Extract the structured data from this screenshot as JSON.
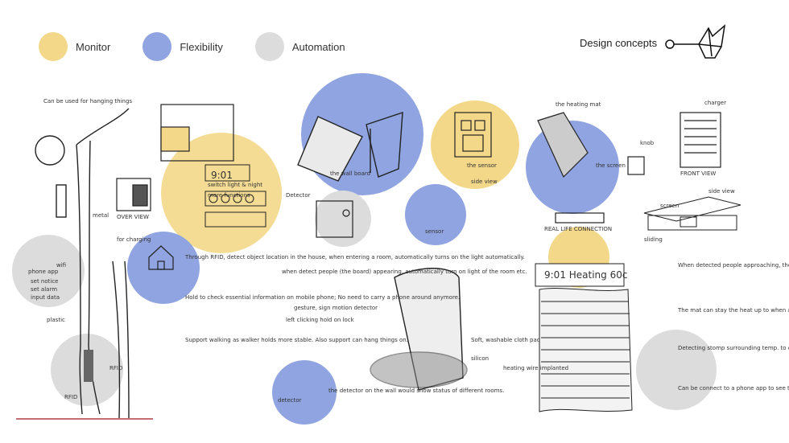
{
  "legend": {
    "items": [
      {
        "label": "Monitor",
        "color": "#f3d88a"
      },
      {
        "label": "Flexibility",
        "color": "#8fa4e0"
      },
      {
        "label": "Automation",
        "color": "#dcdcdc"
      }
    ]
  },
  "header": {
    "title": "Design concepts"
  },
  "notes": {
    "can_be_used": "Can be used for hanging things",
    "switch_light": "switch light & night",
    "over_view": "OVER VIEW",
    "through_rfid": "Through RFID, detect object location in the house, when entering a room, automatically turns on the light automatically.",
    "hold_to_check": "Hold to check essential information on mobile phone; No need to carry a phone around anymore.",
    "support_walking": "Support walking as walker holds more stable. Also support can hang things on.",
    "the_wall_board": "the wall board",
    "detector": "Detector",
    "when_detect": "when detect people (the board) appearing, automatically turn on light of the room etc.",
    "gesture": "gesture, sign motion detector",
    "left_clicking": "left clicking hold on lock",
    "soft_washable": "Soft, washable cloth pad",
    "detector_note": "the detector on the wall would show status of different rooms.",
    "heating_mat": "the heating mat",
    "front_view": "FRONT VIEW",
    "side_view": "side view",
    "heating_mat_note": "When detected people approaching, the heating mat will automatically start to heat up heat up the cup/glass/container placed on it.",
    "mat_can_stay": "The mat can stay the heat up to when a noted time set in the control.",
    "detecting_temp": "Detecting stomp surrounding temp. to change it suitable temp according to surrounding temp.",
    "connect_phone": "Can be connect to a phone app to see the status & change setting of the heating mat."
  },
  "screen": {
    "time": "9:01",
    "heating": "9:01 Heating 60c"
  },
  "labels": {
    "rfid": "RFID",
    "rfid2": "RFID",
    "wifi": "wifi",
    "plastic": "plastic",
    "metal": "metal",
    "for_charging": "for charging",
    "phone_app": "phone app",
    "set_notice": "set notice",
    "set_alarm": "set alarm",
    "input_data": "input data",
    "silicon": "silicon",
    "sliding": "sliding",
    "screen": "screen",
    "charger": "charger",
    "knob": "knob",
    "the_screen": "the screen",
    "the_sensor": "the sensor",
    "side_view": "side view",
    "sensor": "sensor",
    "real_life": "REAL LIFE CONNECTION",
    "heating_wire": "heating wire implanted",
    "detector_small": "detector",
    "more_functions": "more functions"
  }
}
